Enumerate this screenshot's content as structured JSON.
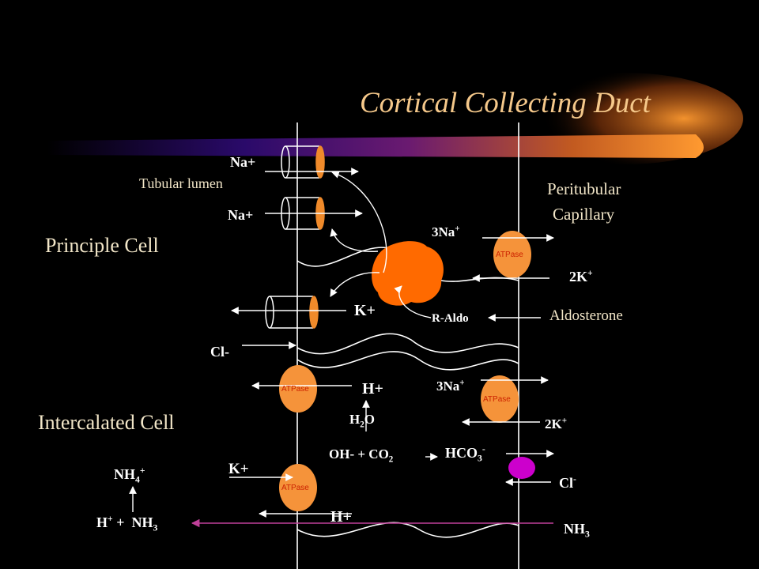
{
  "title": "Cortical Collecting Duct",
  "labels": {
    "tubular_lumen": "Tubular lumen",
    "peritubular_line1": "Peritubular",
    "peritubular_line2": "Capillary",
    "principle_cell": "Principle Cell",
    "intercalated_cell": "Intercalated Cell",
    "na_top": "Na+",
    "na_second": "Na+",
    "k_principal": "K+",
    "cl_lumen": "Cl-",
    "three_na_top": "3Na",
    "three_na_top_sup": "+",
    "two_k_top": "2K",
    "two_k_top_sup": "+",
    "r_aldo": "R-Aldo",
    "aldosterone": "Aldosterone",
    "atpase": "ATPase",
    "h_top": "H+",
    "h2o_h": "H",
    "h2o_sub": "2",
    "h2o_o": "O",
    "three_na_bot": "3Na",
    "three_na_bot_sup": "+",
    "two_k_bot": "2K",
    "two_k_bot_sup": "+",
    "oh": "OH- + CO",
    "oh_sub": "2",
    "hco3": "HCO",
    "hco3_sub": "3",
    "hco3_sup": "-",
    "cl_right": "Cl",
    "cl_right_sup": "-",
    "k_intercalated": "K+",
    "h_bottom": "H+",
    "nh4": "NH",
    "nh4_sub": "4",
    "nh4_sup": "+",
    "h_plus": "H",
    "h_plus_sup": "+",
    "plus_sign": "+",
    "nh3_left": "NH",
    "nh3_left_sub": "3",
    "nh3_right": "NH",
    "nh3_right_sub": "3"
  },
  "colors": {
    "background": "#000000",
    "title": "#f5c88a",
    "atpase_fill": "#f5933a",
    "channel_gate": "#f08a2a",
    "aldo_receptor": "#ff6a00",
    "exchanger": "#cc00cc",
    "ammonia_arrow": "#a0307a",
    "line": "#ffffff"
  }
}
